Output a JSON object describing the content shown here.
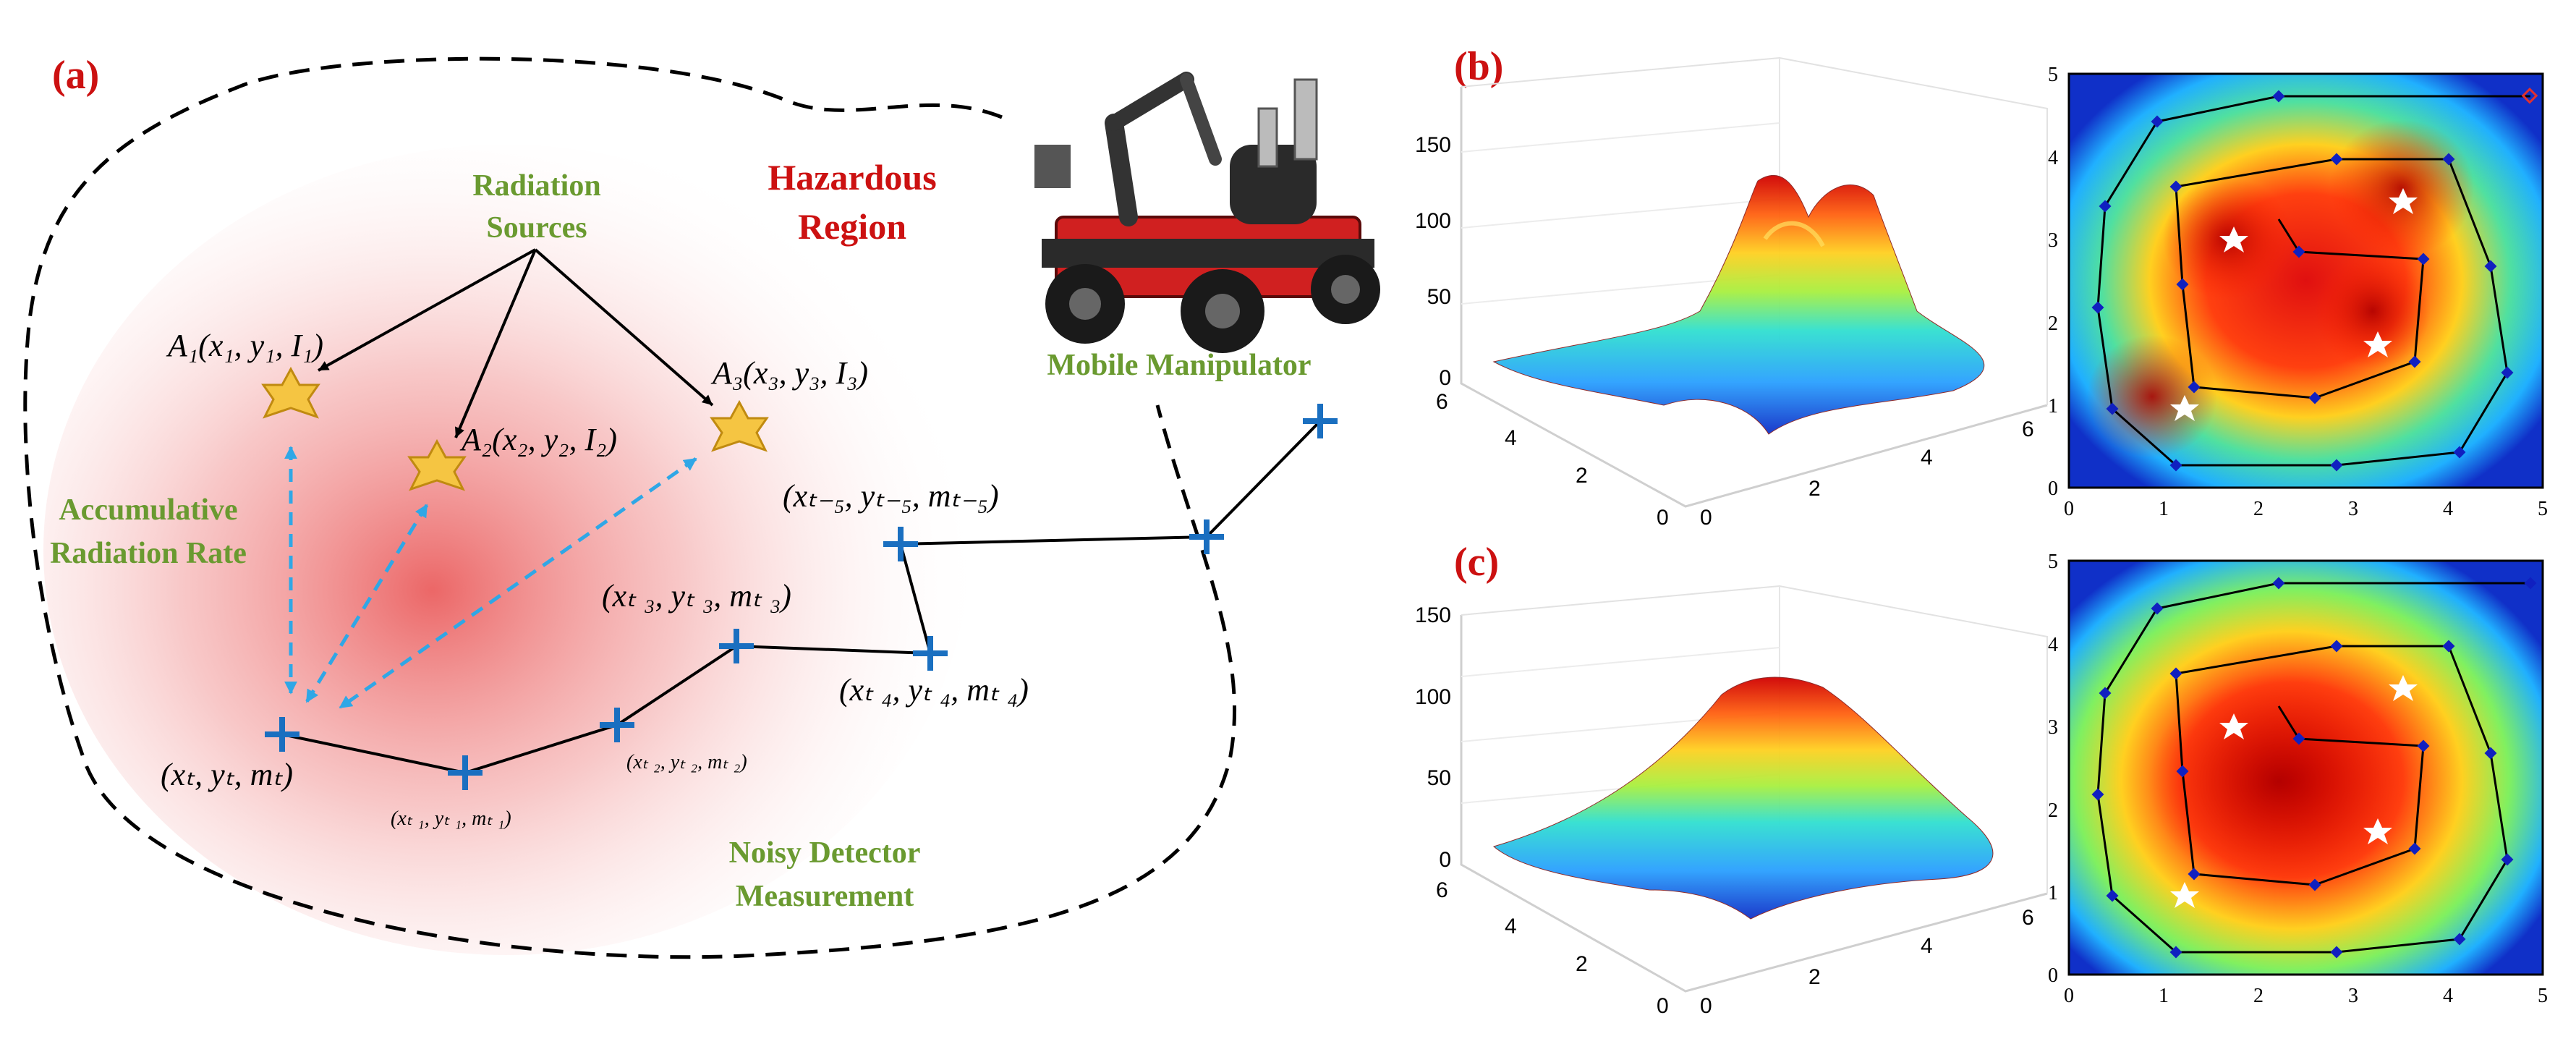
{
  "panel_a": {
    "label": "(a)",
    "hazard": [
      "Hazardous",
      "Region"
    ],
    "sources_label": [
      "Radiation",
      "Sources"
    ],
    "accum_label": [
      "Accumulative",
      "Radiation Rate"
    ],
    "noisy_label": [
      "Noisy Detector",
      "Measurement"
    ],
    "robot_label": "Mobile Manipulator",
    "src1": "A₁(x₁, y₁, I₁)",
    "src2": "A₂(x₂, y₂, I₂)",
    "src3": "A₃(x₃, y₃, I₃)",
    "p_t5": "(xₜ₋₅, yₜ₋₅, mₜ₋₅)",
    "p_t3": "(xₜ ₃, yₜ ₃, mₜ ₃)",
    "p_t4": "(xₜ ₄, yₜ ₄, mₜ ₄)",
    "p_t": "(xₜ, yₜ, mₜ)",
    "p_t1": "(xₜ ₁, yₜ ₁, mₜ ₁)",
    "p_t2": "(xₜ ₂, yₜ ₂, mₜ ₂)"
  },
  "panel_b": {
    "label": "(b)",
    "surface_z_ticks": [
      "0",
      "50",
      "100",
      "150"
    ],
    "surface_x_ticks": [
      "0",
      "2",
      "4",
      "6"
    ],
    "surface_y_ticks": [
      "6",
      "4",
      "2",
      "0"
    ],
    "heat_ticks": [
      "0",
      "1",
      "2",
      "3",
      "4",
      "5"
    ]
  },
  "panel_c": {
    "label": "(c)",
    "surface_z_ticks": [
      "0",
      "50",
      "100",
      "150"
    ],
    "surface_x_ticks": [
      "0",
      "2",
      "4",
      "6"
    ],
    "surface_y_ticks": [
      "6",
      "4",
      "2",
      "0"
    ],
    "heat_ticks": [
      "0",
      "1",
      "2",
      "3",
      "4",
      "5"
    ]
  },
  "colors": {
    "label_red": "#cc1111",
    "label_green": "#6a9a30",
    "marker_blue": "#1a6fc0",
    "arrow_blue": "#2fa7e6",
    "star_yellow": "#f5c542"
  },
  "icons": [
    "star-icon",
    "plus-marker-icon",
    "robot-image"
  ]
}
